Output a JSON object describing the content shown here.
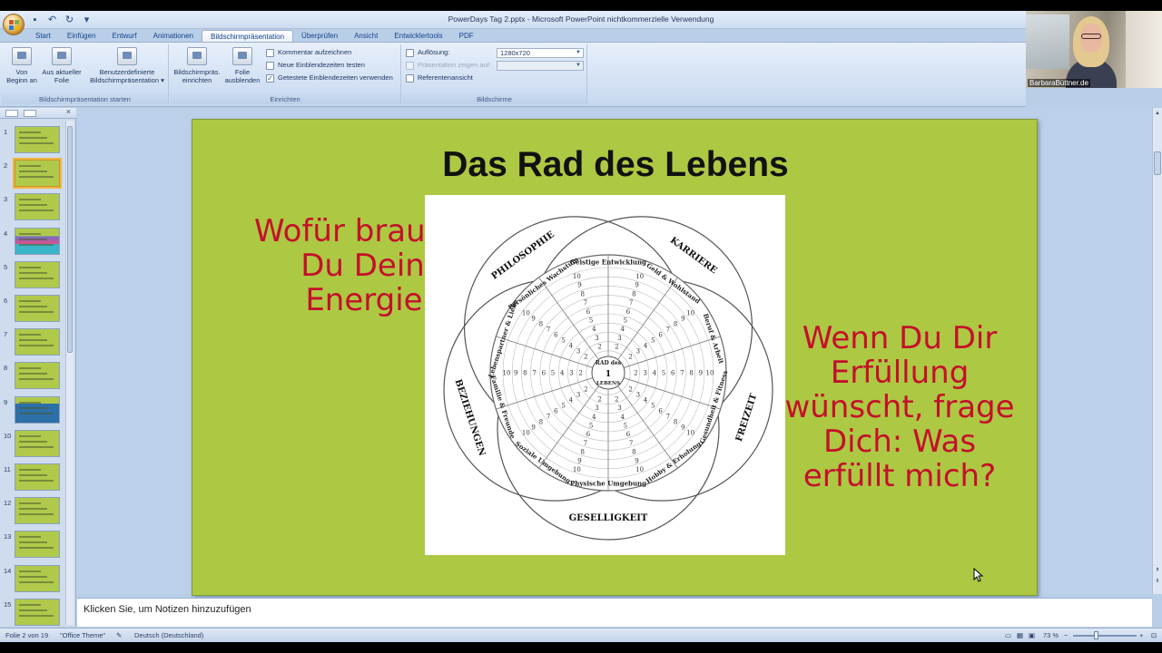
{
  "window": {
    "title": "PowerDays Tag 2.pptx - Microsoft PowerPoint nichtkommerzielle Verwendung"
  },
  "tabs": [
    "Start",
    "Einfügen",
    "Entwurf",
    "Animationen",
    "Bildschirmpräsentation",
    "Überprüfen",
    "Ansicht",
    "Entwicklertools",
    "PDF"
  ],
  "active_tab": "Bildschirmpräsentation",
  "ribbon": {
    "group_start": {
      "label": "Bildschirmpräsentation starten",
      "btn_from_beginning": "Von\nBeginn an",
      "btn_from_current": "Aus aktueller\nFolie",
      "btn_custom": "Benutzerdefinierte\nBildschirmpräsentation ▾"
    },
    "group_setup": {
      "label": "Einrichten",
      "btn_setup": "Bildschirmpräs.\neinrichten",
      "btn_hide": "Folie\nausblenden",
      "record": "Kommentar aufzeichnen",
      "rehearse": "Neue Einblendezeiten testen",
      "use_timings": "Getestete Einblendezeiten verwenden"
    },
    "group_monitors": {
      "label": "Bildschirme",
      "resolution_label": "Auflösung:",
      "resolution_value": "1280x720",
      "show_on_label": "Präsentation zeigen auf:",
      "presenter_view": "Referentenansicht"
    }
  },
  "webcam": {
    "label": "BarbaraBüttner.de"
  },
  "slides": {
    "numbers": [
      "1",
      "2",
      "3",
      "4",
      "5",
      "6",
      "7",
      "8",
      "9",
      "10",
      "11",
      "12",
      "13",
      "14",
      "15"
    ],
    "selected": 2
  },
  "slide": {
    "title": "Das Rad des Lebens",
    "left_text": "Wofür brauchst Du Deine Energie?",
    "right_text": "Wenn Du Dir Erfüllung wünscht, frage Dich: Was erfüllt mich?",
    "wheel": {
      "center_top": "RAD des",
      "center_num": "1",
      "center_bottom": "LEBENS",
      "outer_labels": [
        "PHILOSOPHIE",
        "KARRIERE",
        "FREIZEIT",
        "GESELLIGKEIT",
        "BEZIEHUNGEN"
      ],
      "segments": [
        "Geistige Entwicklung",
        "Geld & Wohlstand",
        "Beruf & Arbeit",
        "Gesundheit & Fitness",
        "Hobby & Erholung",
        "Physische Umgebung",
        "Soziale Umgebung",
        "Familie & Freunde",
        "Lebenspartner & Liebe",
        "Persönliches Wachstum"
      ]
    }
  },
  "notes": {
    "placeholder": "Klicken Sie, um Notizen hinzuzufügen"
  },
  "status": {
    "slide_info": "Folie 2 von 19",
    "theme": "\"Office Theme\"",
    "language": "Deutsch (Deutschland)",
    "zoom": "73 %"
  },
  "colors": {
    "slide_bg": "#adc843",
    "accent_text": "#c4102a",
    "ribbon_bg": "#d4e2f4"
  }
}
